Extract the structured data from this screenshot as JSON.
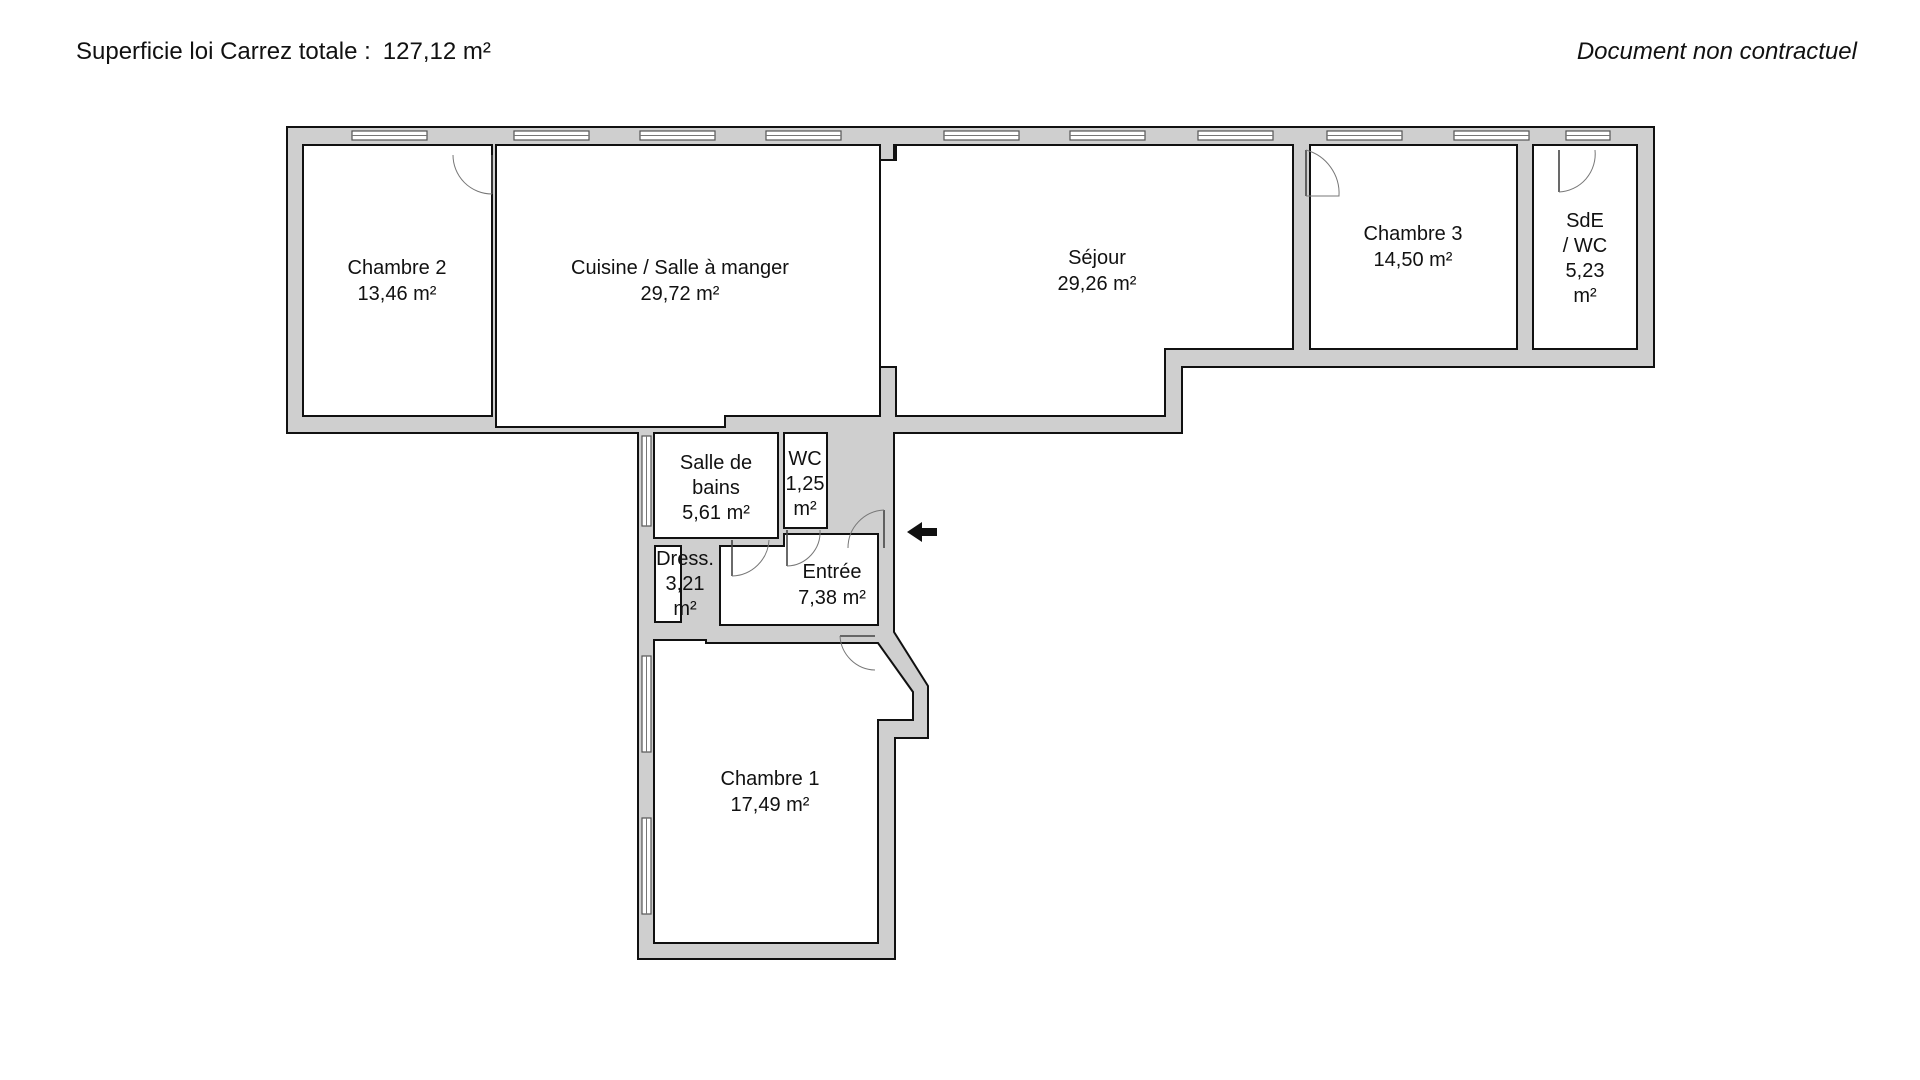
{
  "header": {
    "total_label": "Superficie loi Carrez totale :",
    "total_value": "127,12 m²",
    "disclaimer": "Document non contractuel"
  },
  "rooms": {
    "chambre2": {
      "name": "Chambre 2",
      "area": "13,46 m²"
    },
    "cuisine": {
      "name": "Cuisine / Salle à manger",
      "area": "29,72 m²"
    },
    "sejour": {
      "name": "Séjour",
      "area": "29,26 m²"
    },
    "chambre3": {
      "name": "Chambre 3",
      "area": "14,50 m²"
    },
    "sde": {
      "line1": "SdE",
      "line2": "/ WC",
      "line3": "5,23",
      "line4": "m²"
    },
    "sdb": {
      "line1": "Salle de",
      "line2": "bains",
      "area": "5,61 m²"
    },
    "wc": {
      "line1": "WC",
      "line2": "1,25",
      "line3": "m²"
    },
    "dress": {
      "line1": "Dress.",
      "line2": "3,21",
      "line3": "m²"
    },
    "entree": {
      "name": "Entrée",
      "area": "7,38 m²"
    },
    "chambre1": {
      "name": "Chambre 1",
      "area": "17,49 m²"
    }
  },
  "icons": {
    "entrance": "entrance-arrow-icon"
  }
}
